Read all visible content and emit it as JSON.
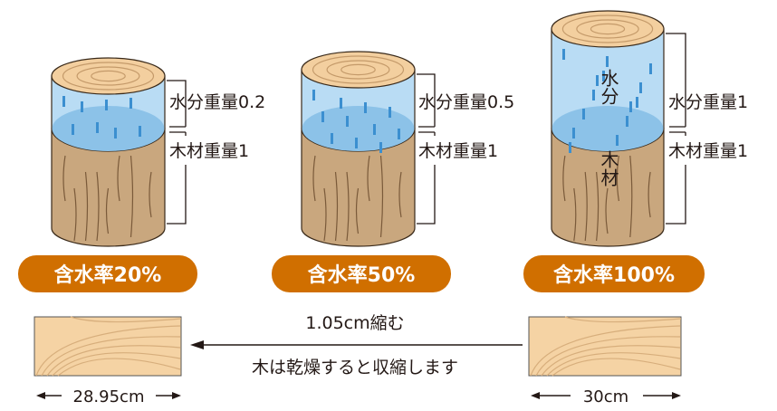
{
  "logs": [
    {
      "water_label": "水分重量0.2",
      "wood_label": "木材重量1",
      "moisture_label": "含水率20%",
      "moisture_percent": 20
    },
    {
      "water_label": "水分重量0.5",
      "wood_label": "木材重量1",
      "moisture_label": "含水率50%",
      "moisture_percent": 50
    },
    {
      "water_label": "水分重量1",
      "wood_label": "木材重量1",
      "moisture_label": "含水率100%",
      "moisture_percent": 100,
      "inner_water": "水分",
      "inner_wood": "木材"
    }
  ],
  "shrink": {
    "amount_label": "1.05cm縮む",
    "caption": "木は乾燥すると収縮します",
    "dry_width": "28.95cm",
    "wet_width": "30cm"
  },
  "colors": {
    "pill": "#d06f00",
    "wood_side": "#c9a77e",
    "wood_top": "#f3cf9f",
    "water": "#b9dcf4",
    "water_surface": "#8cc2e8",
    "drops": "#3b8fd0",
    "board": "#f5d3a4"
  }
}
